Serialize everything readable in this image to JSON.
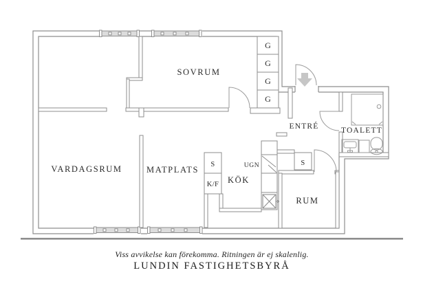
{
  "plan": {
    "rooms": [
      {
        "id": "sovrum",
        "label": "SOVRUM"
      },
      {
        "id": "vardagsrum",
        "label": "VARDAGSRUM"
      },
      {
        "id": "matplats",
        "label": "MATPLATS"
      },
      {
        "id": "kok",
        "label": "KÖK"
      },
      {
        "id": "entre",
        "label": "ENTRÉ"
      },
      {
        "id": "toalett",
        "label": "TOALETT"
      },
      {
        "id": "rum",
        "label": "RUM"
      }
    ],
    "wardrobes": [
      {
        "label": "G"
      },
      {
        "label": "G"
      },
      {
        "label": "G"
      },
      {
        "label": "G"
      }
    ],
    "fixtures": [
      {
        "id": "pantry-cabinet",
        "label": "S"
      },
      {
        "id": "fridge-freezer",
        "label": "K/F"
      },
      {
        "id": "oven",
        "label": "UGN"
      },
      {
        "id": "rum-closet",
        "label": "S"
      }
    ]
  },
  "footer": {
    "disclaimer": "Viss avvikelse kan förekomma. Ritningen är ej skalenlig.",
    "brand": "LUNDIN FASTIGHETSBYRÅ"
  },
  "colors": {
    "wall": "#8e8e8e",
    "fixture": "#9a9a9a",
    "window_fill": "#dcdcdc",
    "arrow": "#c6c6c6",
    "text": "#2b2b2b"
  }
}
